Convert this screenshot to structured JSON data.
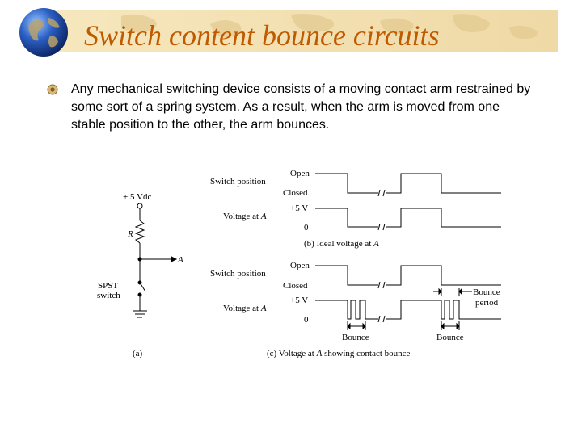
{
  "slide": {
    "title": "Switch content bounce circuits",
    "bullet": "Any mechanical switching device consists of a moving contact arm restrained by some sort of a spring system. As a result, when the arm is moved from one stable position to the other, the arm bounces.",
    "icons": {
      "logo": "globe-icon",
      "bullet": "round-bullet-icon"
    },
    "colors": {
      "title": "#c05a00",
      "banner": "#f2dfb0"
    }
  },
  "figure": {
    "circuit": {
      "supply": "+ 5 Vdc",
      "resistor": "R",
      "node": "A",
      "switch_line1": "SPST",
      "switch_line2": "switch",
      "caption": "(a)"
    },
    "ideal": {
      "row1_label": "Switch position",
      "row1_high": "Open",
      "row1_low": "Closed",
      "row2_label": "Voltage at ",
      "row2_node": "A",
      "row2_high": "+5 V",
      "row2_low": "0",
      "caption": "(b) Ideal voltage at ",
      "caption_node": "A"
    },
    "bounce": {
      "row1_label": "Switch position",
      "row1_high": "Open",
      "row1_low": "Closed",
      "row2_label": "Voltage at ",
      "row2_node": "A",
      "row2_high": "+5 V",
      "row2_low": "0",
      "period_line1": "Bounce",
      "period_line2": "period",
      "bounce_left": "Bounce",
      "bounce_right": "Bounce",
      "caption": "(c) Voltage at ",
      "caption_node": "A",
      "caption_tail": " showing contact bounce"
    }
  }
}
